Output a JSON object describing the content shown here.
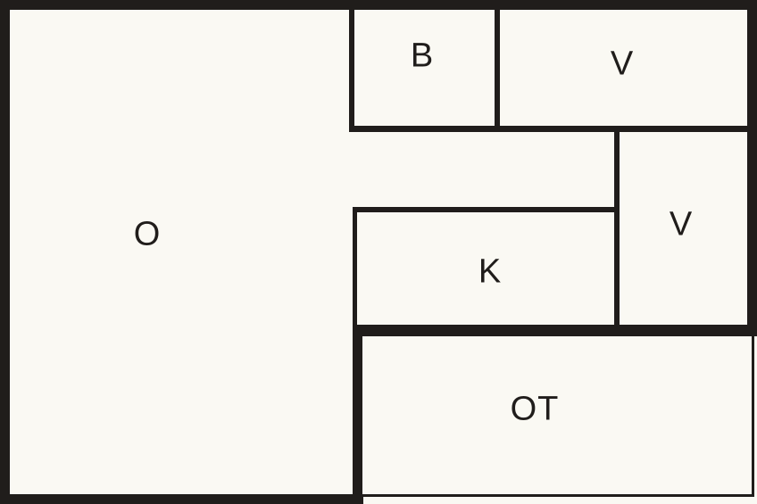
{
  "diagram": {
    "type": "floor-plan",
    "colors": {
      "background": "#faf9f3",
      "wall": "#201d1b",
      "text": "#201d1b"
    }
  },
  "rooms": [
    {
      "id": "o",
      "label": "O"
    },
    {
      "id": "b",
      "label": "B"
    },
    {
      "id": "v-top",
      "label": "V"
    },
    {
      "id": "v-right",
      "label": "V"
    },
    {
      "id": "k",
      "label": "K"
    },
    {
      "id": "ot",
      "label": "OT"
    }
  ]
}
